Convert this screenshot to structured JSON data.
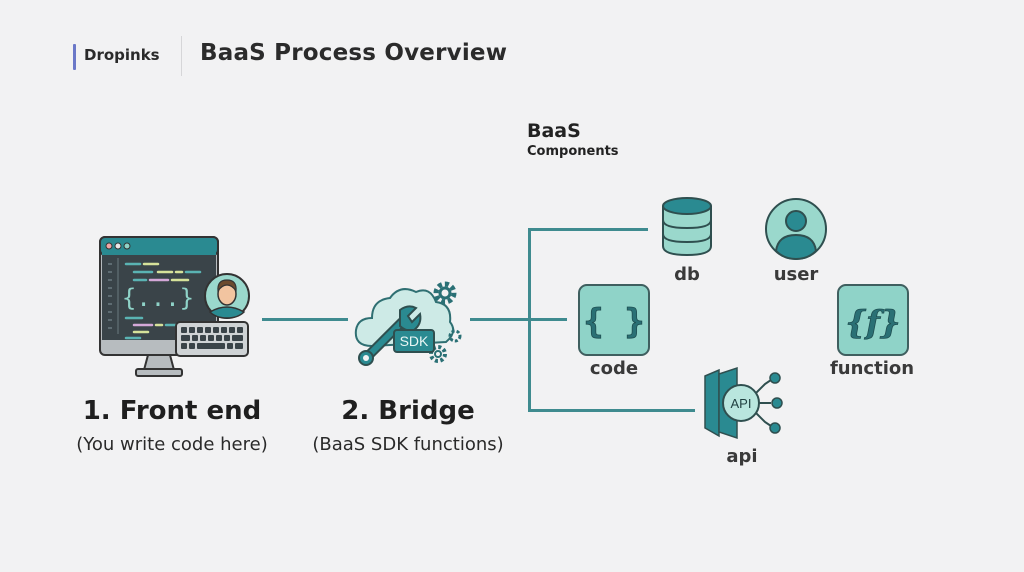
{
  "header": {
    "brand": "Dropinks",
    "title": "BaaS Process Overview"
  },
  "components_heading": {
    "title": "BaaS",
    "subtitle": "Components"
  },
  "stages": [
    {
      "title": "1. Front end",
      "subtitle": "(You write code here)",
      "icon": "monitor-code-icon"
    },
    {
      "title": "2. Bridge",
      "subtitle": "(BaaS SDK functions)",
      "icon": "cloud-sdk-wrench-icon"
    }
  ],
  "monitor": {
    "code_glyph": "{...}"
  },
  "bridge": {
    "badge": "SDK"
  },
  "components": [
    {
      "id": "db",
      "label": "db",
      "icon": "database-icon"
    },
    {
      "id": "user",
      "label": "user",
      "icon": "user-icon"
    },
    {
      "id": "code",
      "label": "code",
      "icon": "braces-icon",
      "glyph": "{ }"
    },
    {
      "id": "function",
      "label": "function",
      "icon": "function-icon",
      "glyph": "{f}"
    },
    {
      "id": "api",
      "label": "api",
      "icon": "api-icon",
      "glyph": "API"
    }
  ],
  "colors": {
    "teal_dark": "#2a8a91",
    "teal_light": "#8fd3c8",
    "teal_pale": "#b9e6de",
    "outline": "#2f4f4f",
    "screen": "#3a4449",
    "accent_brand": "#6b78c8"
  }
}
